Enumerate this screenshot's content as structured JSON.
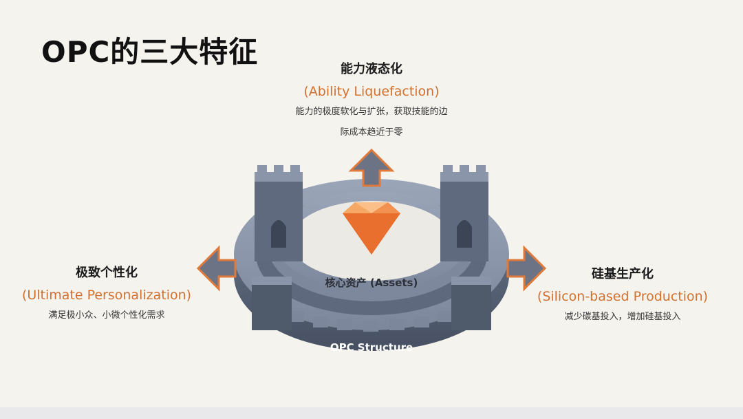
{
  "title": "OPC的三大特征",
  "top": {
    "heading": "能力液态化",
    "english": "(Ability Liquefaction)",
    "desc_line1": "能力的极度软化与扩张，获取技能的边",
    "desc_line2": "际成本趋近于零"
  },
  "left": {
    "heading": "极致个性化",
    "english": "(Ultimate Personalization)",
    "desc": "满足极小众、小微个性化需求"
  },
  "right": {
    "heading": "硅基生产化",
    "english": "(Silicon-based Production)",
    "desc": "减少碳基投入，增加硅基投入"
  },
  "center": {
    "core_label": "核心资产 (Assets)",
    "structure_label": "OPC Structure"
  },
  "colors": {
    "accent": "#d2702e",
    "arrow": "#e07a3a",
    "stone_dark": "#4f5a6b",
    "stone_mid": "#67738a",
    "stone_light": "#8894a8",
    "gem": "#f08a3a"
  }
}
